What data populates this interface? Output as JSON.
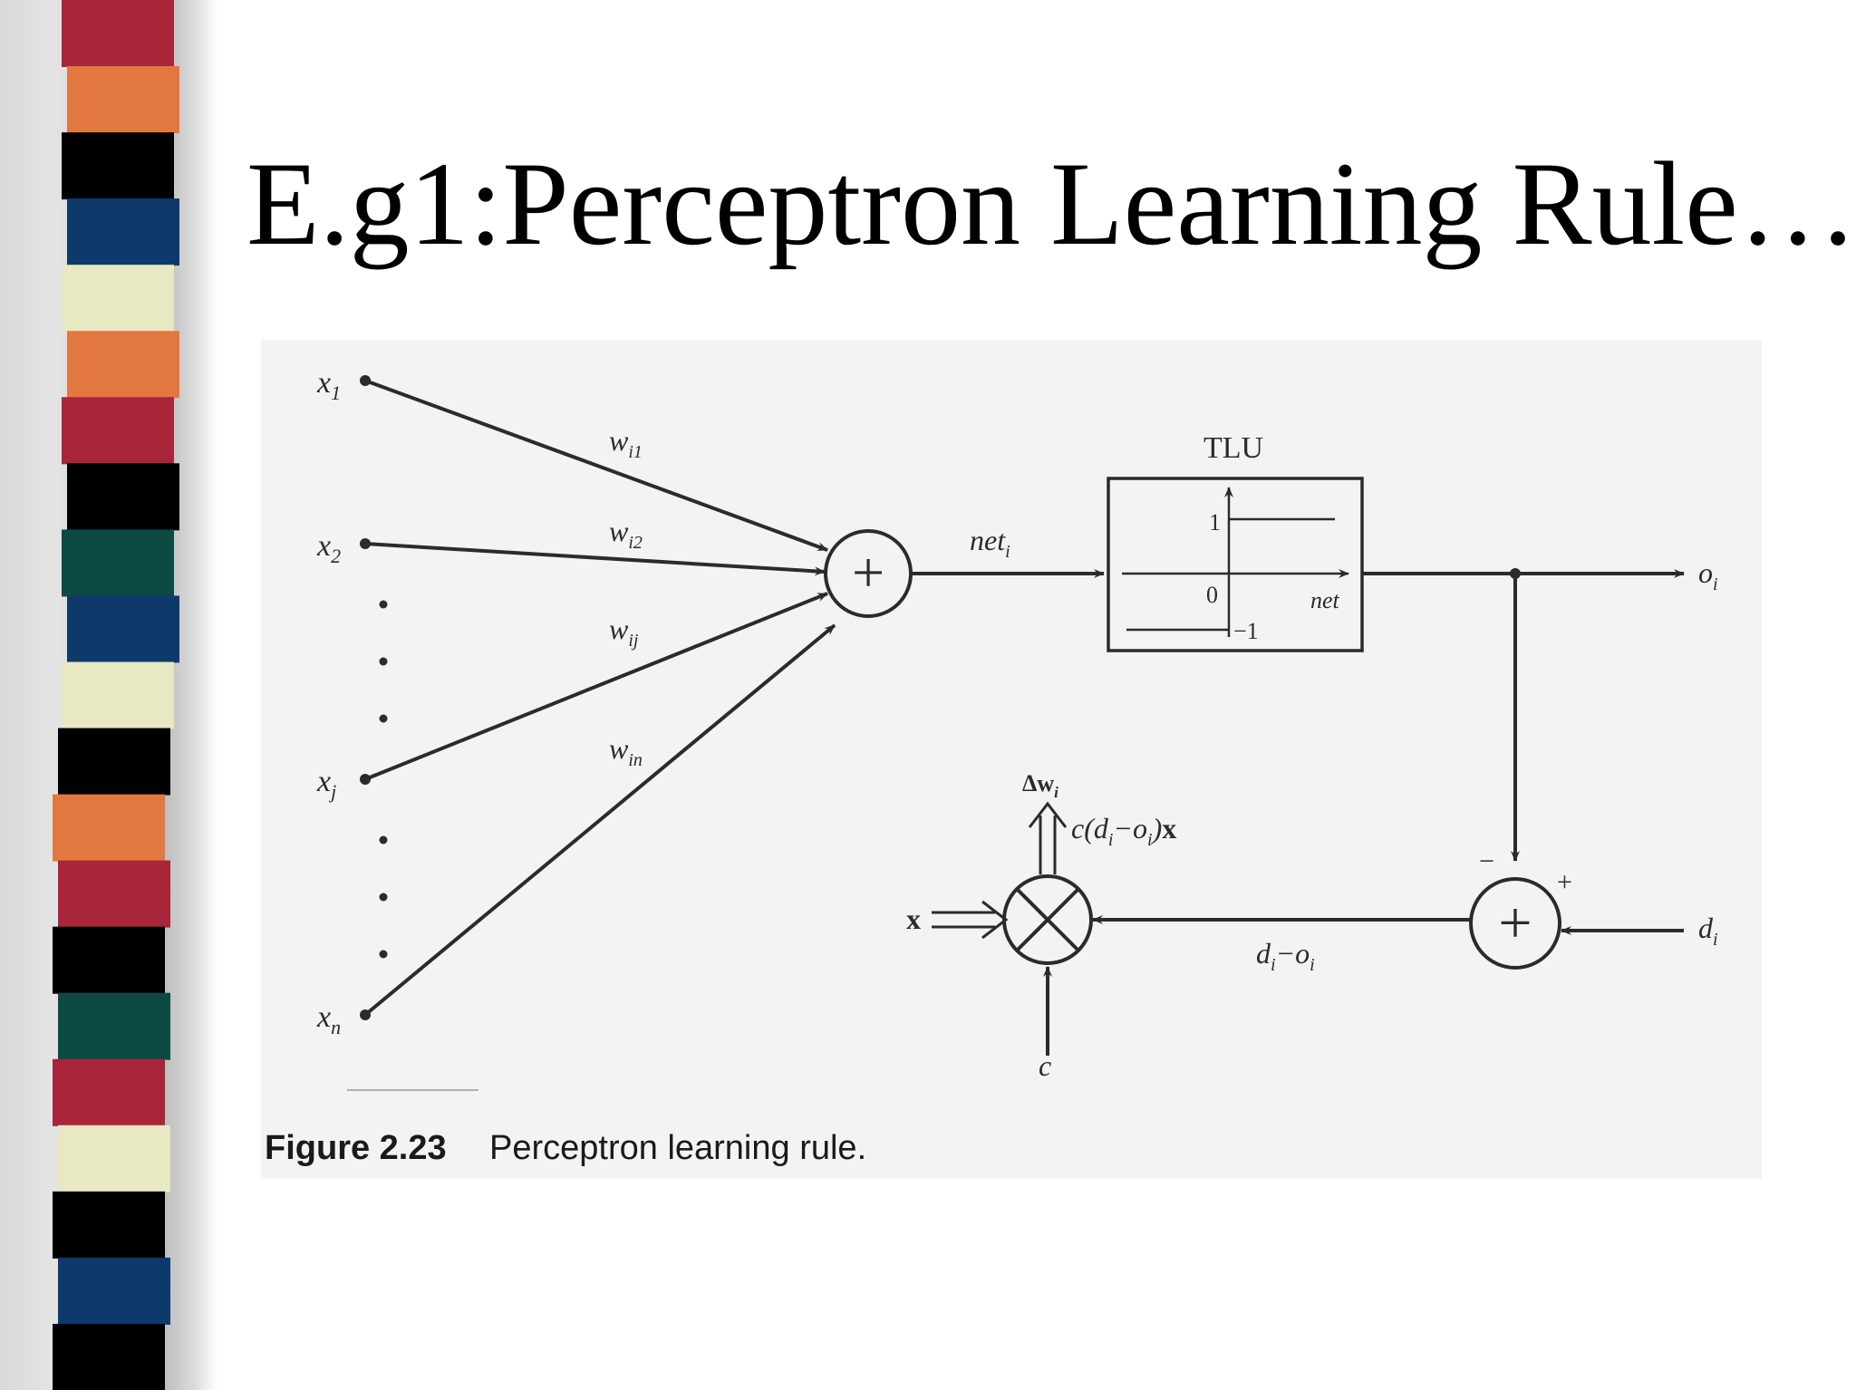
{
  "slide": {
    "title": "E.g1:Perceptron Learning Rule…",
    "stripe_colors": [
      "#a8253a",
      "#e2773f",
      "#000000",
      "#0d3a6b",
      "#e8e8c2",
      "#e2773f",
      "#a8253a",
      "#000000",
      "#0d4a44",
      "#0d3a6b",
      "#e8e8c2",
      "#000000",
      "#e2773f",
      "#a8253a",
      "#000000",
      "#0d4a44",
      "#a8253a",
      "#e8e8c2",
      "#000000",
      "#0d3a6b",
      "#000000"
    ]
  },
  "figure": {
    "inputs": [
      {
        "var": "x",
        "sub": "1"
      },
      {
        "var": "x",
        "sub": "2"
      },
      {
        "var": "x",
        "sub": "j"
      },
      {
        "var": "x",
        "sub": "n"
      }
    ],
    "weights": [
      {
        "var": "w",
        "sub": "i1"
      },
      {
        "var": "w",
        "sub": "i2"
      },
      {
        "var": "w",
        "sub": "ij"
      },
      {
        "var": "w",
        "sub": "in"
      }
    ],
    "sum_symbol": "+",
    "net": {
      "var": "net",
      "sub": "i"
    },
    "tlu": {
      "title": "TLU",
      "y_high": "1",
      "y_low": "−1",
      "origin": "0",
      "x_axis": "net"
    },
    "output": {
      "var": "o",
      "sub": "i"
    },
    "desired": {
      "var": "d",
      "sub": "i"
    },
    "error_label": {
      "d": "d",
      "d_sub": "i",
      "minus": "−",
      "o": "o",
      "o_sub": "i"
    },
    "comparator": {
      "symbol": "+",
      "minus_sign": "−",
      "plus_sign": "+"
    },
    "multiplier": {
      "symbol": "×"
    },
    "x_input": "x",
    "c_input": "c",
    "delta_w": {
      "prefix": "Δ",
      "var": "w",
      "sub": "i"
    },
    "update_label": {
      "c": "c(",
      "d": "d",
      "d_sub": "i",
      "minus": "−",
      "o": "o",
      "o_sub": "i",
      "close": ")",
      "x": "x"
    },
    "caption_number": "Figure 2.23",
    "caption_text": "Perceptron learning rule."
  }
}
